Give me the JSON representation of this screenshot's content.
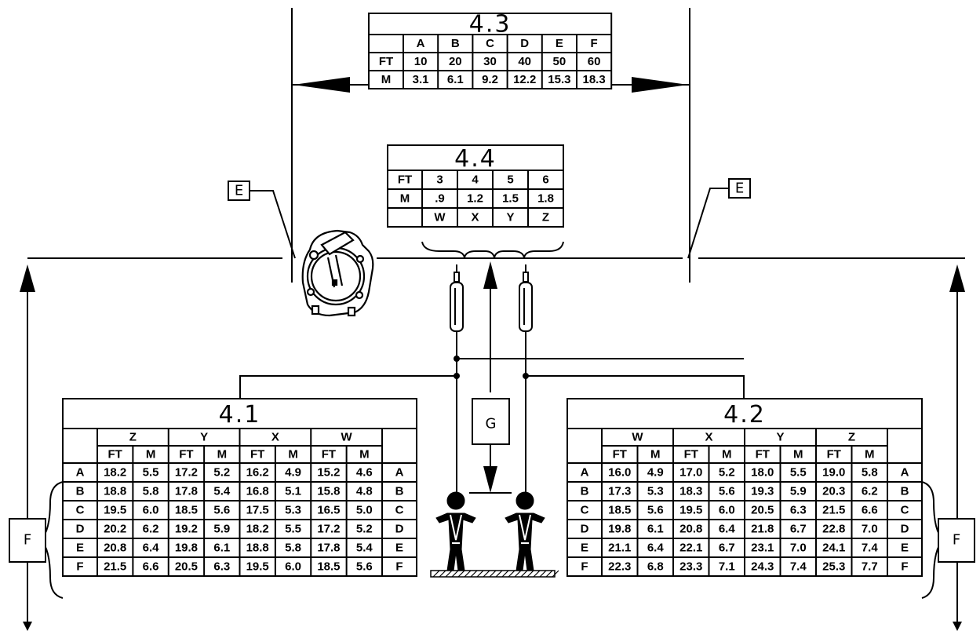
{
  "table_4_3": {
    "title": "4.3",
    "columns": [
      "A",
      "B",
      "C",
      "D",
      "E",
      "F"
    ],
    "rows": [
      {
        "unit": "FT",
        "values": [
          "10",
          "20",
          "30",
          "40",
          "50",
          "60"
        ]
      },
      {
        "unit": "M",
        "values": [
          "3.1",
          "6.1",
          "9.2",
          "12.2",
          "15.3",
          "18.3"
        ]
      }
    ]
  },
  "table_4_4": {
    "title": "4.4",
    "rows": [
      {
        "unit": "FT",
        "values": [
          "3",
          "4",
          "5",
          "6"
        ]
      },
      {
        "unit": "M",
        "values": [
          ".9",
          "1.2",
          "1.5",
          "1.8"
        ]
      },
      {
        "unit": "",
        "values": [
          "W",
          "X",
          "Y",
          "Z"
        ]
      }
    ]
  },
  "table_4_1": {
    "title": "4.1",
    "groups": [
      "Z",
      "Y",
      "X",
      "W"
    ],
    "subheaders": [
      "FT",
      "M",
      "FT",
      "M",
      "FT",
      "M",
      "FT",
      "M"
    ],
    "rows": [
      {
        "label": "A",
        "values": [
          "18.2",
          "5.5",
          "17.2",
          "5.2",
          "16.2",
          "4.9",
          "15.2",
          "4.6"
        ]
      },
      {
        "label": "B",
        "values": [
          "18.8",
          "5.8",
          "17.8",
          "5.4",
          "16.8",
          "5.1",
          "15.8",
          "4.8"
        ]
      },
      {
        "label": "C",
        "values": [
          "19.5",
          "6.0",
          "18.5",
          "5.6",
          "17.5",
          "5.3",
          "16.5",
          "5.0"
        ]
      },
      {
        "label": "D",
        "values": [
          "20.2",
          "6.2",
          "19.2",
          "5.9",
          "18.2",
          "5.5",
          "17.2",
          "5.2"
        ]
      },
      {
        "label": "E",
        "values": [
          "20.8",
          "6.4",
          "19.8",
          "6.1",
          "18.8",
          "5.8",
          "17.8",
          "5.4"
        ]
      },
      {
        "label": "F",
        "values": [
          "21.5",
          "6.6",
          "20.5",
          "6.3",
          "19.5",
          "6.0",
          "18.5",
          "5.6"
        ]
      }
    ]
  },
  "table_4_2": {
    "title": "4.2",
    "groups": [
      "W",
      "X",
      "Y",
      "Z"
    ],
    "subheaders": [
      "FT",
      "M",
      "FT",
      "M",
      "FT",
      "M",
      "FT",
      "M"
    ],
    "rows": [
      {
        "label": "A",
        "values": [
          "16.0",
          "4.9",
          "17.0",
          "5.2",
          "18.0",
          "5.5",
          "19.0",
          "5.8"
        ]
      },
      {
        "label": "B",
        "values": [
          "17.3",
          "5.3",
          "18.3",
          "5.6",
          "19.3",
          "5.9",
          "20.3",
          "6.2"
        ]
      },
      {
        "label": "C",
        "values": [
          "18.5",
          "5.6",
          "19.5",
          "6.0",
          "20.5",
          "6.3",
          "21.5",
          "6.6"
        ]
      },
      {
        "label": "D",
        "values": [
          "19.8",
          "6.1",
          "20.8",
          "6.4",
          "21.8",
          "6.7",
          "22.8",
          "7.0"
        ]
      },
      {
        "label": "E",
        "values": [
          "21.1",
          "6.4",
          "22.1",
          "6.7",
          "23.1",
          "7.0",
          "24.1",
          "7.4"
        ]
      },
      {
        "label": "F",
        "values": [
          "22.3",
          "6.8",
          "23.3",
          "7.1",
          "24.3",
          "7.4",
          "25.3",
          "7.7"
        ]
      }
    ]
  },
  "labels": {
    "e_left": "E",
    "e_right": "E",
    "g": "G",
    "f_left": "F",
    "f_right": "F"
  }
}
